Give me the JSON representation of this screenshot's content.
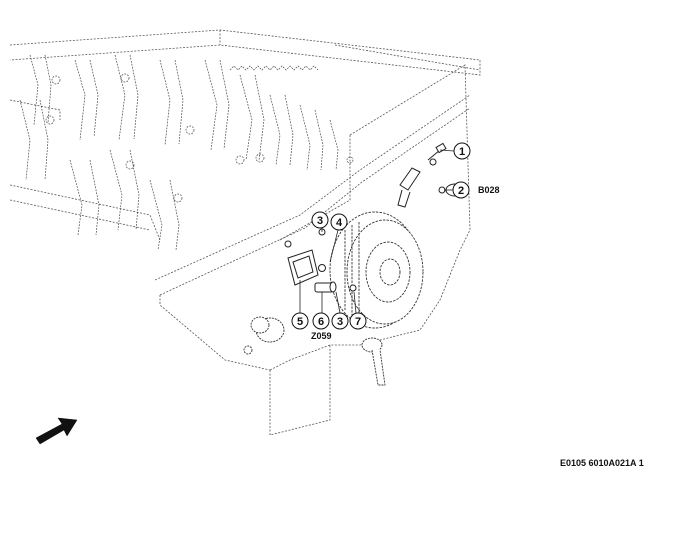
{
  "callouts": {
    "c1": "1",
    "c2": "2",
    "c3a": "3",
    "c4": "4",
    "c5": "5",
    "c6": "6",
    "c3b": "3",
    "c7": "7"
  },
  "references": {
    "b028": "B028",
    "z059": "Z059"
  },
  "document_code": "E0105 6010A021A 1",
  "colors": {
    "line": "#222222",
    "dash": "#555555"
  }
}
